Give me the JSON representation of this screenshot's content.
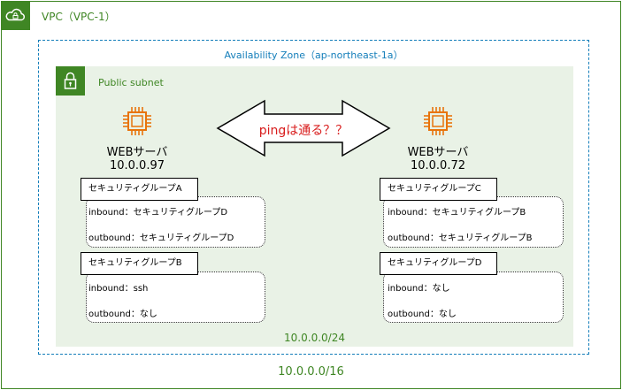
{
  "vpc": {
    "label": "VPC（VPC-1）",
    "cidr": "10.0.0.0/16",
    "icon": "vpc-cloud-icon",
    "color": "#3f8624"
  },
  "az": {
    "label": "Availability Zone（ap-northeast-1a）",
    "color": "#147eba"
  },
  "subnet": {
    "label": "Public subnet",
    "cidr": "10.0.0.0/24",
    "icon": "padlock-icon",
    "background": "#e9f2e6"
  },
  "ping_label": "pingは通る？？",
  "servers": [
    {
      "name": "WEBサーバ",
      "ip": "10.0.0.97",
      "icon": "ec2-instance-icon",
      "security_groups": [
        {
          "title": "セキュリティグループA",
          "inbound": "inbound：セキュリティグループD",
          "outbound": "outbound：セキュリティグループD"
        },
        {
          "title": "セキュリティグループB",
          "inbound": "inbound：ssh",
          "outbound": "outbound：なし"
        }
      ]
    },
    {
      "name": "WEBサーバ",
      "ip": "10.0.0.72",
      "icon": "ec2-instance-icon",
      "security_groups": [
        {
          "title": "セキュリティグループC",
          "inbound": "inbound：セキュリティグループB",
          "outbound": "outbound：セキュリティグループB"
        },
        {
          "title": "セキュリティグループD",
          "inbound": "inbound：なし",
          "outbound": "outbound：なし"
        }
      ]
    }
  ]
}
